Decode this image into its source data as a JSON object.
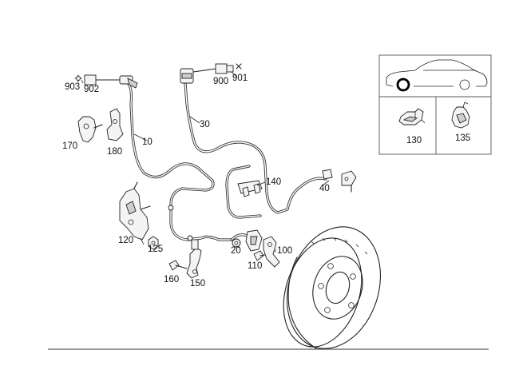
{
  "diagram": {
    "callouts": {
      "c903": "903",
      "c902": "902",
      "c900": "900",
      "c901": "901",
      "c30": "30",
      "c10": "10",
      "c170": "170",
      "c180": "180",
      "c140": "140",
      "c40": "40",
      "c120": "120",
      "c125": "125",
      "c20": "20",
      "c100": "100",
      "c110": "110",
      "c160": "160",
      "c150": "150"
    },
    "inset": {
      "c130": "130",
      "c135": "135",
      "view_icon": "car-side-view-icon"
    }
  },
  "colors": {
    "line": "#222222",
    "frame": "#555555",
    "marker": "#000000"
  }
}
